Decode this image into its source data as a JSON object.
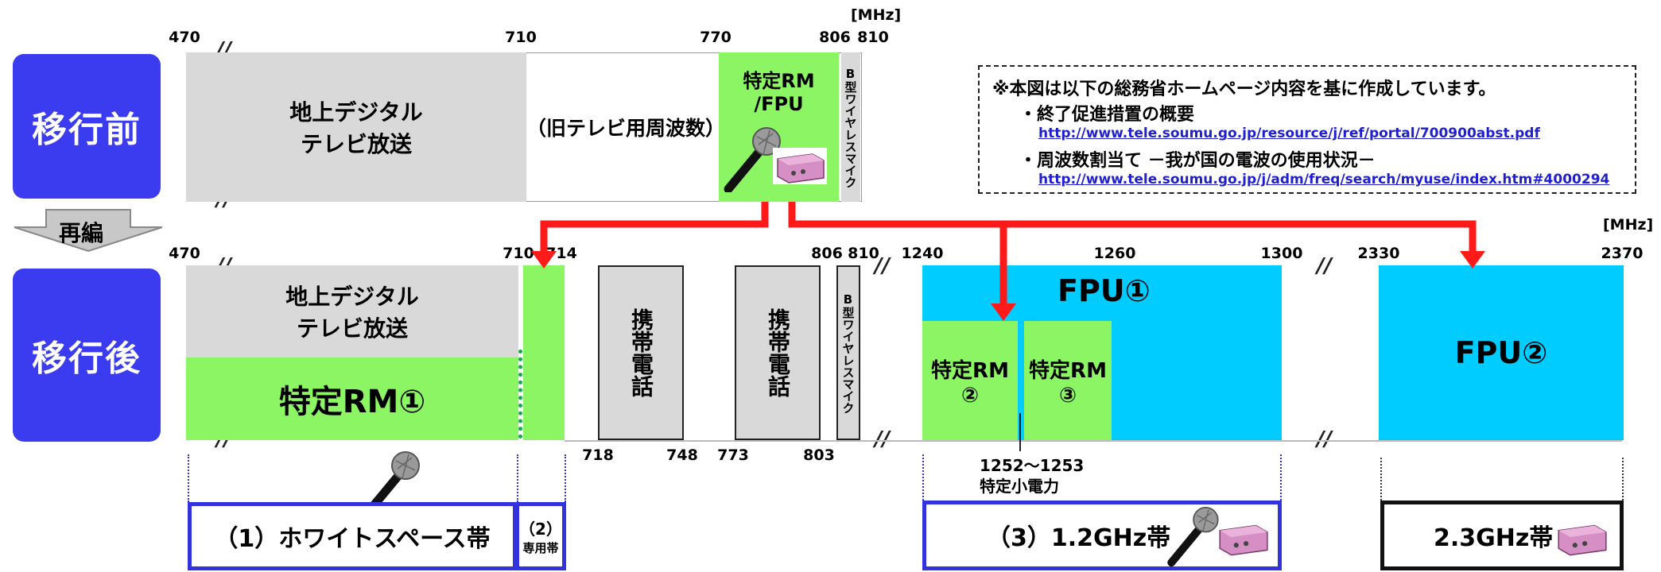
{
  "unit_mhz": "[MHz]",
  "before": {
    "label": "移行前",
    "ticks": [
      "470",
      "710",
      "770",
      "806",
      "810"
    ],
    "tv": "地上デジタル\nテレビ放送",
    "old_tv": "（旧テレビ用周波数）",
    "rm_fpu": "特定RM\n/FPU",
    "bwireless": "B型ワイヤレスマイク"
  },
  "reorg": "再編",
  "note": {
    "title": "※本図は以下の総務省ホームページ内容を基に作成しています。",
    "item1": "・終了促進措置の概要",
    "link1": "http://www.tele.soumu.go.jp/resource/j/ref/portal/700900abst.pdf",
    "item2": "・周波数割当て －我が国の電波の使用状況－",
    "link2": "http://www.tele.soumu.go.jp/j/adm/freq/search/myuse/index.htm#4000294"
  },
  "after": {
    "label": "移行後",
    "ticks_top": [
      "470",
      "710",
      "714",
      "806",
      "810",
      "1240",
      "1260",
      "1300",
      "2330",
      "2370"
    ],
    "ticks_bottom": [
      "718",
      "748",
      "773",
      "803"
    ],
    "tv": "地上デジタル\nテレビ放送",
    "rm1": "特定RM①",
    "mobile1": "携帯電話",
    "mobile2": "携帯電話",
    "bwireless": "B型ワイヤレスマイク",
    "fpu1": "FPU①",
    "rm2": "特定RM\n②",
    "rm3": "特定RM\n③",
    "low_power_range": "1252～1253",
    "low_power_label": "特定小電力",
    "fpu2": "FPU②"
  },
  "bands": {
    "whitespace": "（1）ホワイトスペース帯",
    "dedicated_num": "（2）",
    "dedicated": "専用帯",
    "band12": "（3）1.2GHz帯",
    "band23": "2.3GHz帯"
  },
  "colors": {
    "era": "#3b3bf0",
    "gray": "#d9d9d9",
    "green": "#8cf564",
    "cyan": "#00ccff",
    "arrow": "#ff1a1a",
    "band_border": "#3333dd"
  },
  "icons": [
    "microphone-icon",
    "fpu-device-icon"
  ]
}
